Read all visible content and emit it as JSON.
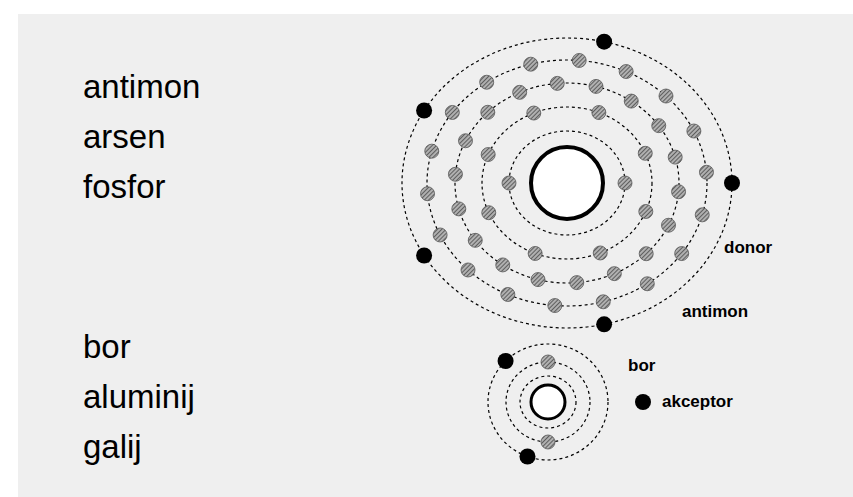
{
  "diagram": {
    "labels": [
      "antimon",
      "arsen",
      "fosfor",
      "bor",
      "aluminij",
      "galij",
      "donor",
      "antimon",
      "bor",
      "akceptor"
    ]
  }
}
